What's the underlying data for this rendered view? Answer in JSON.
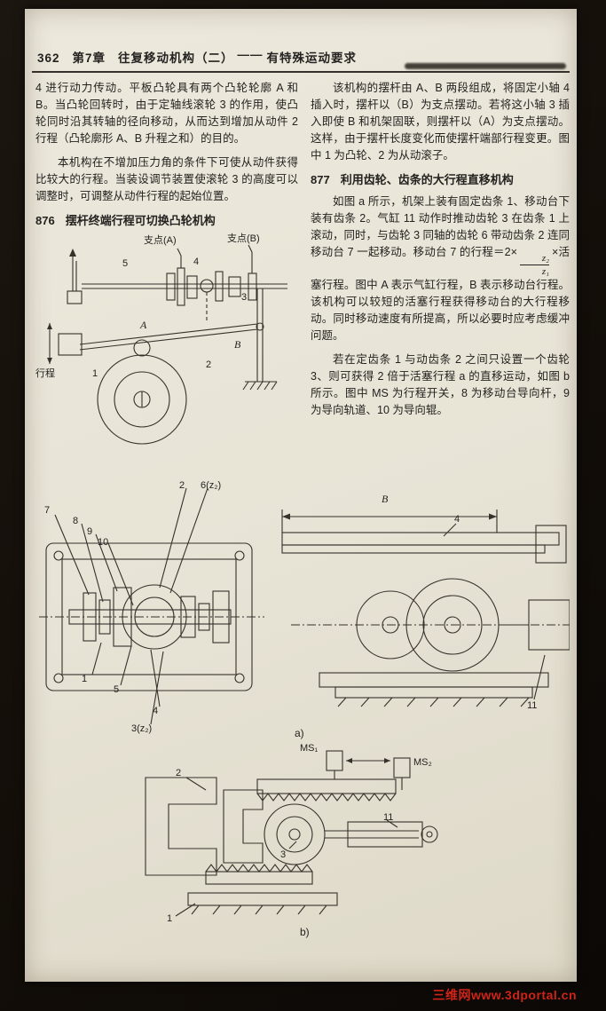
{
  "palette": {
    "scan_bg": "#120d08",
    "paper": "#e8e4d7",
    "ink": "#242220",
    "line": "#35312b",
    "watermark_red": "#cf2418"
  },
  "header": {
    "page_number": "362",
    "chapter": "第7章",
    "title": "往复移动机构（二）",
    "dash": "——",
    "subtitle": "有特殊运动要求"
  },
  "left_column": {
    "para1": "4 进行动力传动。平板凸轮具有两个凸轮轮廓 A 和 B。当凸轮回转时，由于定轴线滚轮 3 的作用，使凸轮同时沿其转轴的径向移动，从而达到增加从动件 2 行程（凸轮廓形 A、B 升程之和）的目的。",
    "para2": "本机构在不增加压力角的条件下可使从动件获得比较大的行程。当装设调节装置使滚轮 3 的高度可以调整时，可调整从动件行程的起始位置。",
    "section_number": "876",
    "section_title": "摆杆终端行程可切换凸轮机构"
  },
  "right_column": {
    "para1": "该机构的摆杆由 A、B 两段组成，将固定小轴 4 插入时，摆杆以（B）为支点摆动。若将这小轴 3 插入即使 B 和机架固联，则摆杆以（A）为支点摆动。这样，由于摆杆长度变化而使摆杆端部行程变更。图中 1 为凸轮、2 为从动滚子。",
    "section_number": "877",
    "section_title": "利用齿轮、齿条的大行程直移机构",
    "para2_before": "如图 a 所示，机架上装有固定齿条 1、移动台下装有齿条 2。气缸 11 动作时推动齿轮 3 在齿条 1 上滚动，同时，与齿轮 3 同轴的齿轮 6 带动齿条 2 连同移动台 7 一起移动。移动台 7 的行程＝2×",
    "formula": {
      "numerator": "z₂",
      "denominator": "z₁"
    },
    "para2_after": "×活塞行程。图中 A 表示气缸行程，B 表示移动台行程。该机构可以较短的活塞行程获得移动台的大行程移动。同时移动速度有所提高，所以必要时应考虑缓冲问题。",
    "para3": "若在定齿条 1 与动齿条 2 之间只设置一个齿轮 3、则可获得 2 倍于活塞行程 a 的直移运动，如图 b 所示。图中 MS 为行程开关，8 为移动台导向杆，9 为导向轨道、10 为导向辊。"
  },
  "figure_876": {
    "labels": {
      "pivot_a": "支点(A)",
      "pivot_b": "支点(B)",
      "n5": "5",
      "n4": "4",
      "n3": "3",
      "n2": "2",
      "n1": "1",
      "letter_a": "A",
      "letter_b": "B",
      "stroke_dim": "行程"
    }
  },
  "figure_877a": {
    "labels": {
      "n7": "7",
      "n8": "8",
      "n9": "9",
      "n10": "10",
      "n2": "2",
      "n6": "6(z₂)",
      "dim_b": "B",
      "n4_dim": "4",
      "n1": "1",
      "n5": "5",
      "n4": "4",
      "n3": "3(z₂)",
      "n11": "11",
      "tag": "a)"
    }
  },
  "figure_877b": {
    "labels": {
      "ms1": "MS₁",
      "ms2": "MS₂",
      "n2": "2",
      "n11": "11",
      "n3": "3",
      "n1": "1",
      "tag": "b)"
    }
  },
  "footer": {
    "watermark": "三维网www.3dportal.cn"
  }
}
